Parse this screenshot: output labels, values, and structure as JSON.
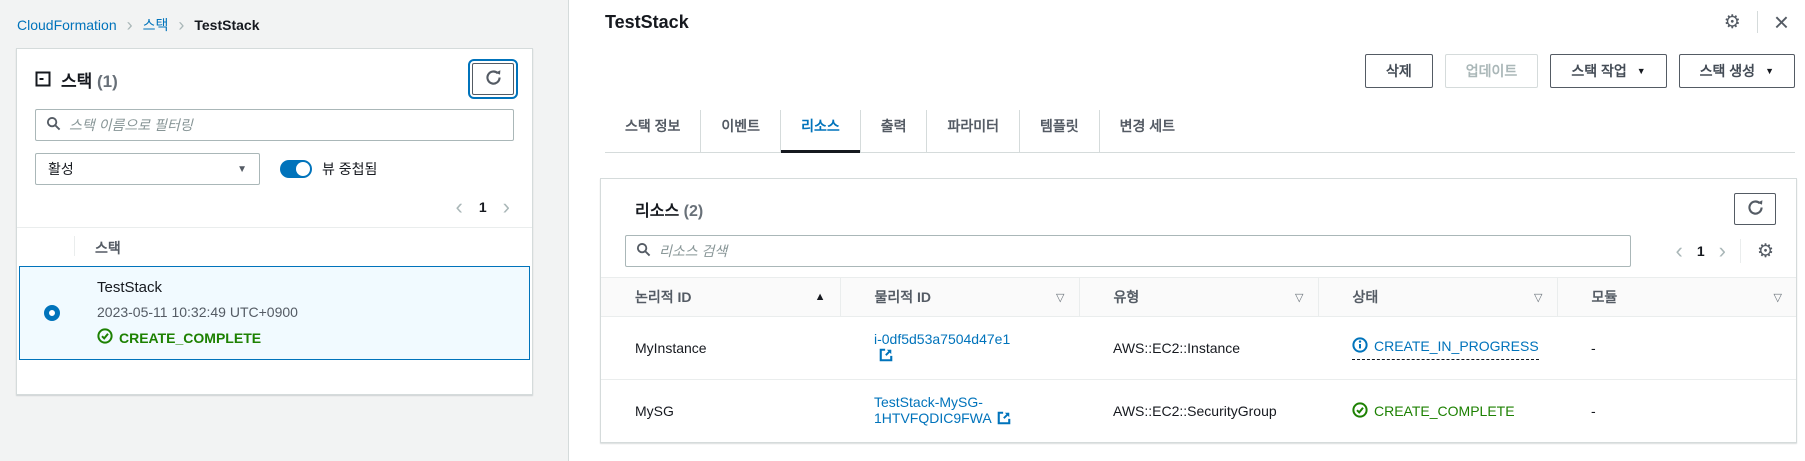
{
  "breadcrumb": {
    "items": [
      "CloudFormation",
      "스택",
      "TestStack"
    ]
  },
  "stacks_panel": {
    "title": "스택",
    "count": "(1)",
    "filter_placeholder": "스택 이름으로 필터링",
    "status_filter_value": "활성",
    "toggle_label": "뷰 중첩됨",
    "pagination": {
      "page": "1"
    },
    "list_header": "스택",
    "stack": {
      "name": "TestStack",
      "created": "2023-05-11 10:32:49 UTC+0900",
      "status": "CREATE_COMPLETE"
    }
  },
  "detail_panel": {
    "title": "TestStack",
    "actions": {
      "delete": "삭제",
      "update": "업데이트",
      "stack_actions": "스택 작업",
      "create_stack": "스택 생성"
    },
    "tabs": {
      "0": {
        "label": "스택 정보"
      },
      "1": {
        "label": "이벤트"
      },
      "2": {
        "label": "리소스"
      },
      "3": {
        "label": "출력"
      },
      "4": {
        "label": "파라미터"
      },
      "5": {
        "label": "템플릿"
      },
      "6": {
        "label": "변경 세트"
      }
    },
    "active_tab": "리소스",
    "resources": {
      "title": "리소스",
      "count": "(2)",
      "search_placeholder": "리소스 검색",
      "pagination": {
        "page": "1"
      },
      "columns": {
        "0": "논리적 ID",
        "1": "물리적 ID",
        "2": "유형",
        "3": "상태",
        "4": "모듈"
      },
      "rows": {
        "0": {
          "logical_id": "MyInstance",
          "physical_id": "i-0df5d53a7504d47e1",
          "type": "AWS::EC2::Instance",
          "status": "CREATE_IN_PROGRESS",
          "module": "-"
        },
        "1": {
          "logical_id": "MySG",
          "physical_id": "TestStack-MySG-1HTVFQDIC9FWA",
          "type": "AWS::EC2::SecurityGroup",
          "status": "CREATE_COMPLETE",
          "module": "-"
        }
      }
    }
  },
  "icons": {
    "caret_down": "▼",
    "sort_asc": "▲",
    "sort_none": "▽",
    "gear": "⚙",
    "close": "×",
    "prev": "‹",
    "next": "›"
  },
  "colors": {
    "link": "#0073bb",
    "success": "#1d8102",
    "in_progress": "#0073bb",
    "selected_bg": "#f1faff",
    "selected_border": "#0073bb"
  }
}
